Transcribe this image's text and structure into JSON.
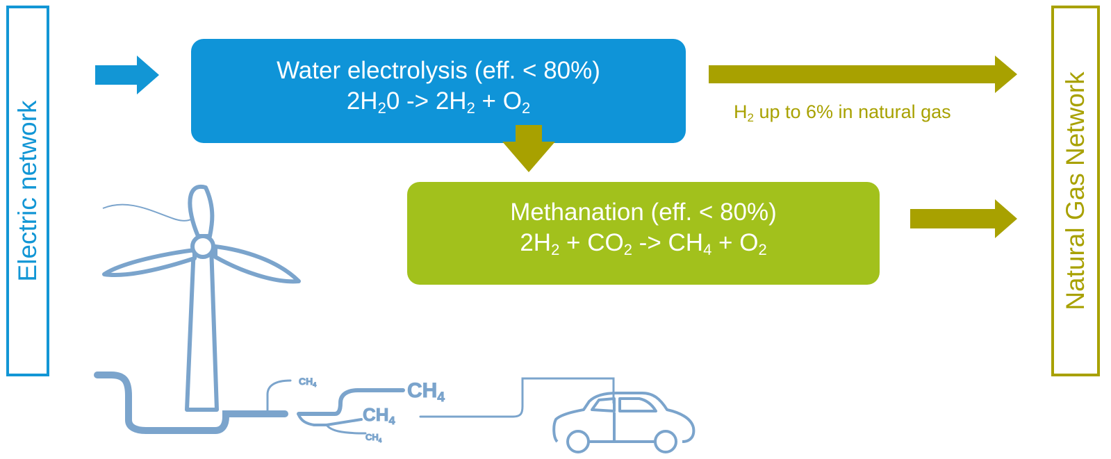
{
  "left_panel": {
    "label": "Electric network",
    "color": "#1296d5"
  },
  "right_panel": {
    "label": "Natural Gas Network",
    "color": "#a8a100"
  },
  "electrolysis": {
    "title": "Water electrolysis (eff. < 80%)",
    "equation": {
      "p1": "2H",
      "s1": "2",
      "p2": "0 -> 2H",
      "s2": "2",
      "p3": " + O",
      "s3": "2"
    },
    "color": "#0f94d8"
  },
  "methanation": {
    "title": "Methanation (eff. < 80%)",
    "equation": {
      "p1": "2H",
      "s1": "2",
      "p2": " + CO",
      "s2": "2",
      "p3": " -> CH",
      "s3": "4",
      "p4": " + O",
      "s4": "2"
    },
    "color": "#a2c11c"
  },
  "h2_note": {
    "p1": "H",
    "s1": "2",
    "p2": " up to 6% in natural gas"
  },
  "illustration": {
    "icons": [
      "wind-turbine-icon",
      "pipeline-icon",
      "car-icon"
    ],
    "ch4_label": "CH",
    "ch4_sub": "4",
    "color": "#7ba4cc"
  }
}
